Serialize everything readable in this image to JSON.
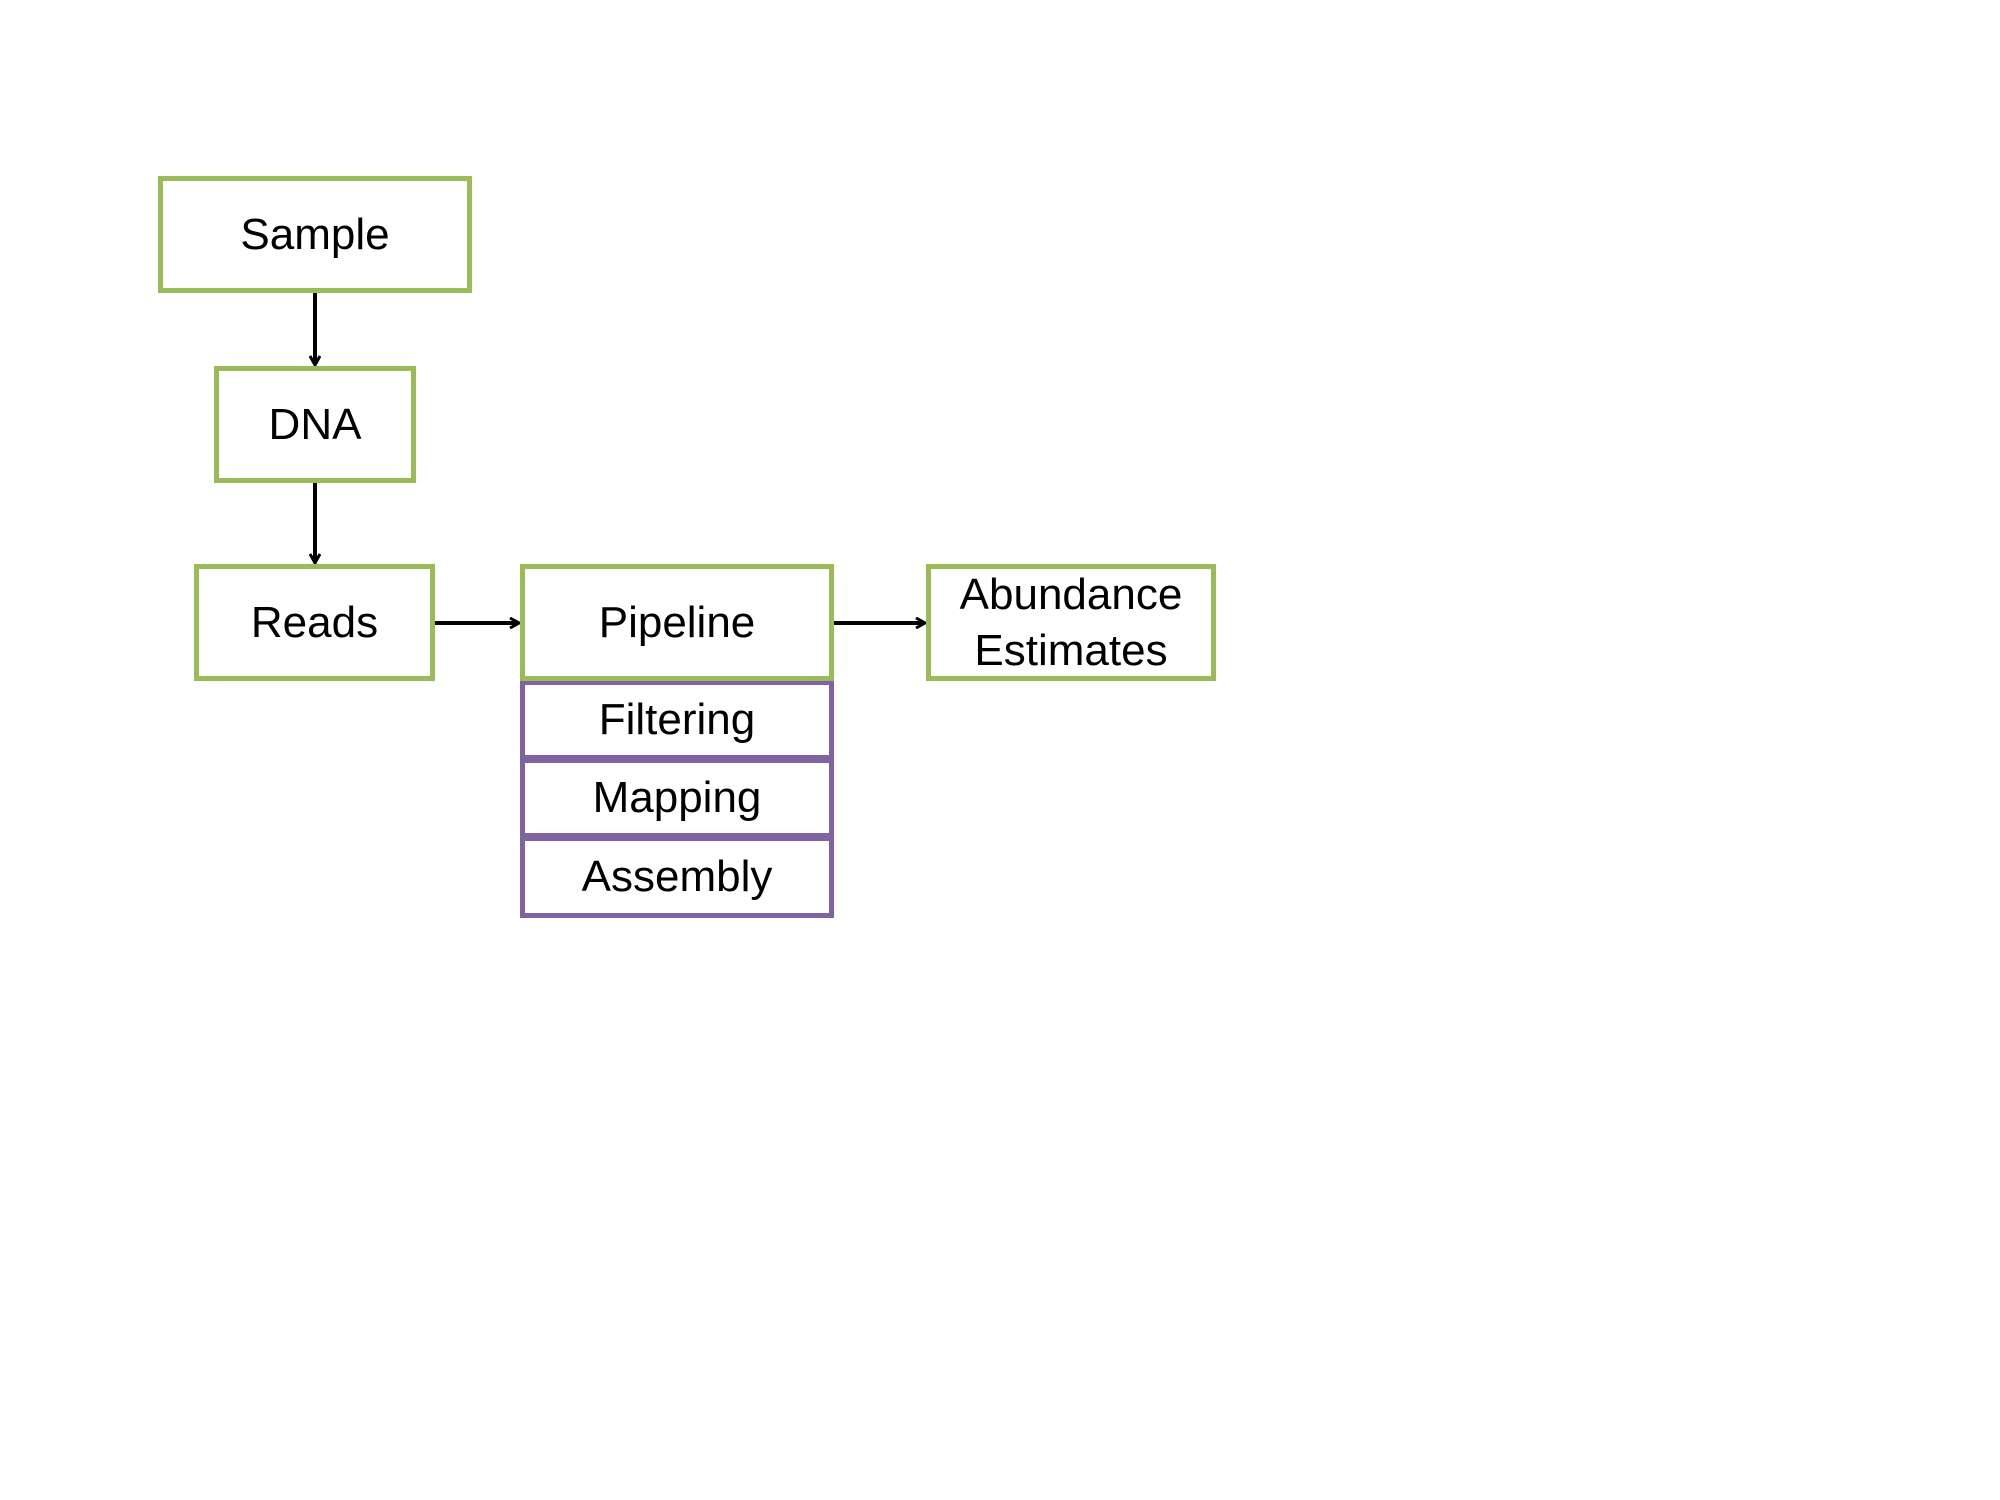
{
  "diagram": {
    "nodes": {
      "sample": "Sample",
      "dna": "DNA",
      "reads": "Reads",
      "pipeline": "Pipeline",
      "abundance_line1": "Abundance",
      "abundance_line2": "Estimates"
    },
    "pipeline_steps": {
      "filtering": "Filtering",
      "mapping": "Mapping",
      "assembly": "Assembly"
    },
    "colors": {
      "node_border": "#9bbb59",
      "step_border": "#8064a2",
      "arrow": "#000000"
    }
  }
}
